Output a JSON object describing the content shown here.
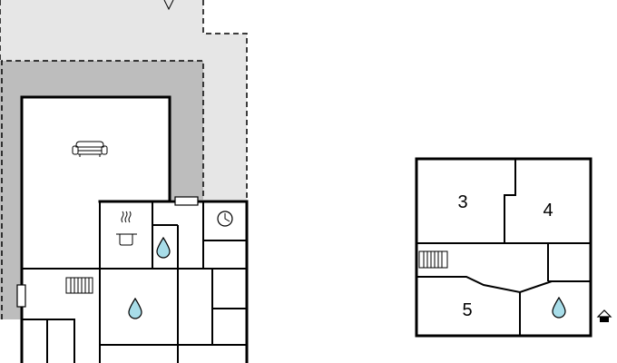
{
  "floorplan": {
    "rooms": [
      {
        "key": "room3",
        "label": "3"
      },
      {
        "key": "room4",
        "label": "4"
      },
      {
        "key": "room5",
        "label": "5"
      }
    ],
    "icons": [
      "sofa-icon",
      "stove-icon",
      "water-drop-icon",
      "clock-icon",
      "radiator-icon",
      "window-icon",
      "home-icon"
    ],
    "colors": {
      "terrace_light": "#e6e6e6",
      "terrace_dark": "#bdbdbd",
      "water": "#a8dde9",
      "walls": "#000000"
    }
  }
}
